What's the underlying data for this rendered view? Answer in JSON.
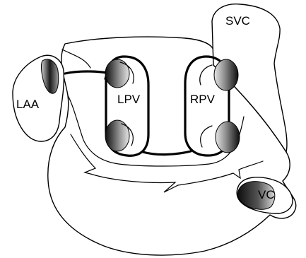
{
  "labels": {
    "svc": "SVC",
    "laa": "LAA",
    "lpv": "LPV",
    "rpv": "RPV",
    "ivc": "VC"
  },
  "colors": {
    "outline": "#000000",
    "vein_dark": "#111111",
    "vein_light": "#bdbdbd",
    "background": "#ffffff"
  }
}
